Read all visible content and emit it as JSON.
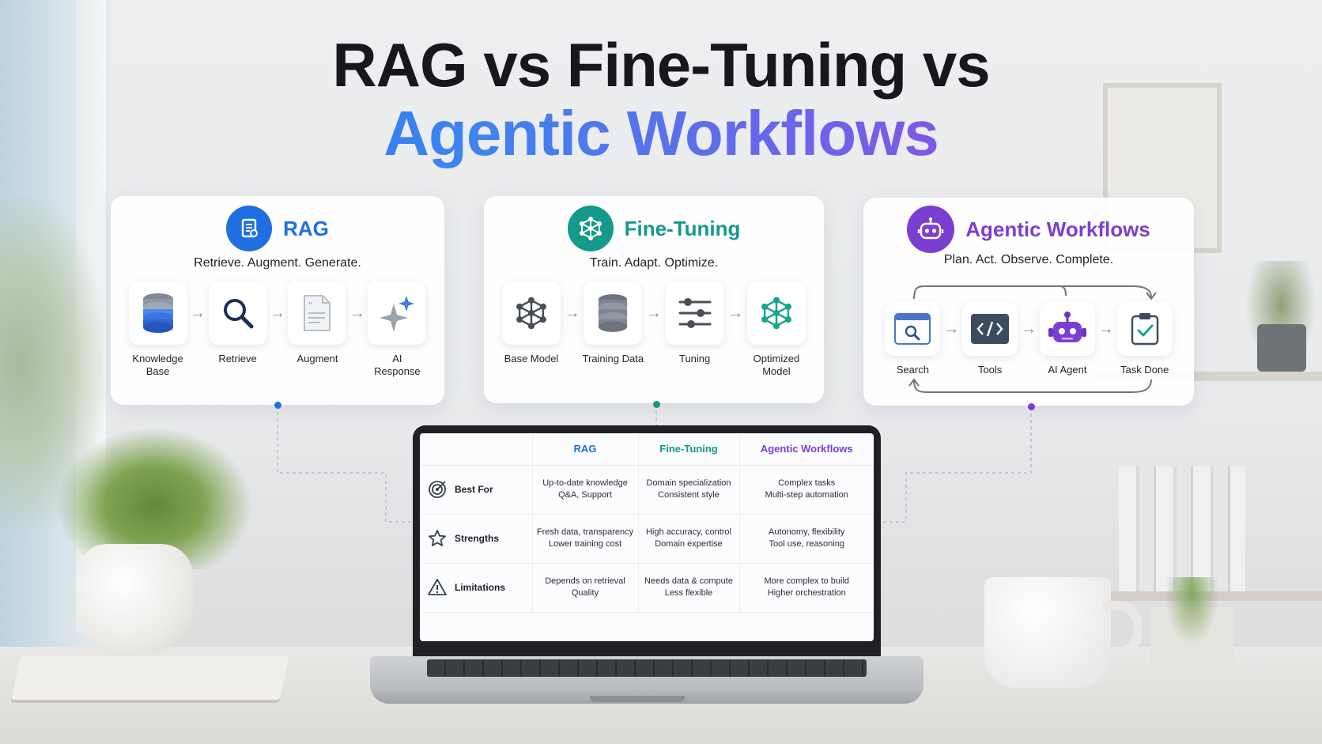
{
  "title": {
    "line1": "RAG vs Fine-Tuning vs",
    "line2": "Agentic Workflows"
  },
  "colors": {
    "rag": "#1f6fe0",
    "fine_tuning": "#14998a",
    "agentic": "#7b3fd0",
    "title_gradient_start": "#1d6ff0",
    "title_gradient_end": "#a24fe0"
  },
  "cards": {
    "rag": {
      "name": "RAG",
      "tagline": "Retrieve. Augment. Generate.",
      "icon": "document-icon",
      "steps": [
        {
          "label": "Knowledge\nBase",
          "icon": "database-icon"
        },
        {
          "label": "Retrieve",
          "icon": "search-icon"
        },
        {
          "label": "Augment",
          "icon": "document-icon"
        },
        {
          "label": "AI\nResponse",
          "icon": "sparkle-icon"
        }
      ]
    },
    "fine_tuning": {
      "name": "Fine-Tuning",
      "tagline": "Train. Adapt. Optimize.",
      "icon": "network-icon",
      "steps": [
        {
          "label": "Base Model",
          "icon": "network-icon"
        },
        {
          "label": "Training Data",
          "icon": "database-icon"
        },
        {
          "label": "Tuning",
          "icon": "sliders-icon"
        },
        {
          "label": "Optimized\nModel",
          "icon": "network-icon"
        }
      ]
    },
    "agentic": {
      "name": "Agentic Workflows",
      "tagline": "Plan. Act. Observe. Complete.",
      "icon": "robot-icon",
      "steps": [
        {
          "label": "Search",
          "icon": "browser-search-icon"
        },
        {
          "label": "Tools",
          "icon": "code-icon"
        },
        {
          "label": "AI Agent",
          "icon": "robot-icon"
        },
        {
          "label": "Task Done",
          "icon": "clipboard-check-icon"
        }
      ]
    }
  },
  "comparison": {
    "headers": [
      "",
      "RAG",
      "Fine-Tuning",
      "Agentic Workflows"
    ],
    "rows": [
      {
        "label": "Best For",
        "icon": "target-icon",
        "cells": [
          "Up-to-date knowledge\nQ&A, Support",
          "Domain specialization\nConsistent style",
          "Complex tasks\nMulti-step automation"
        ]
      },
      {
        "label": "Strengths",
        "icon": "star-icon",
        "cells": [
          "Fresh data, transparency\nLower training cost",
          "High accuracy, control\nDomain expertise",
          "Autonomy, flexibility\nTool use, reasoning"
        ]
      },
      {
        "label": "Limitations",
        "icon": "warning-icon",
        "cells": [
          "Depends on retrieval\nQuality",
          "Needs data & compute\nLess flexible",
          "More complex to build\nHigher orchestration"
        ]
      }
    ]
  }
}
